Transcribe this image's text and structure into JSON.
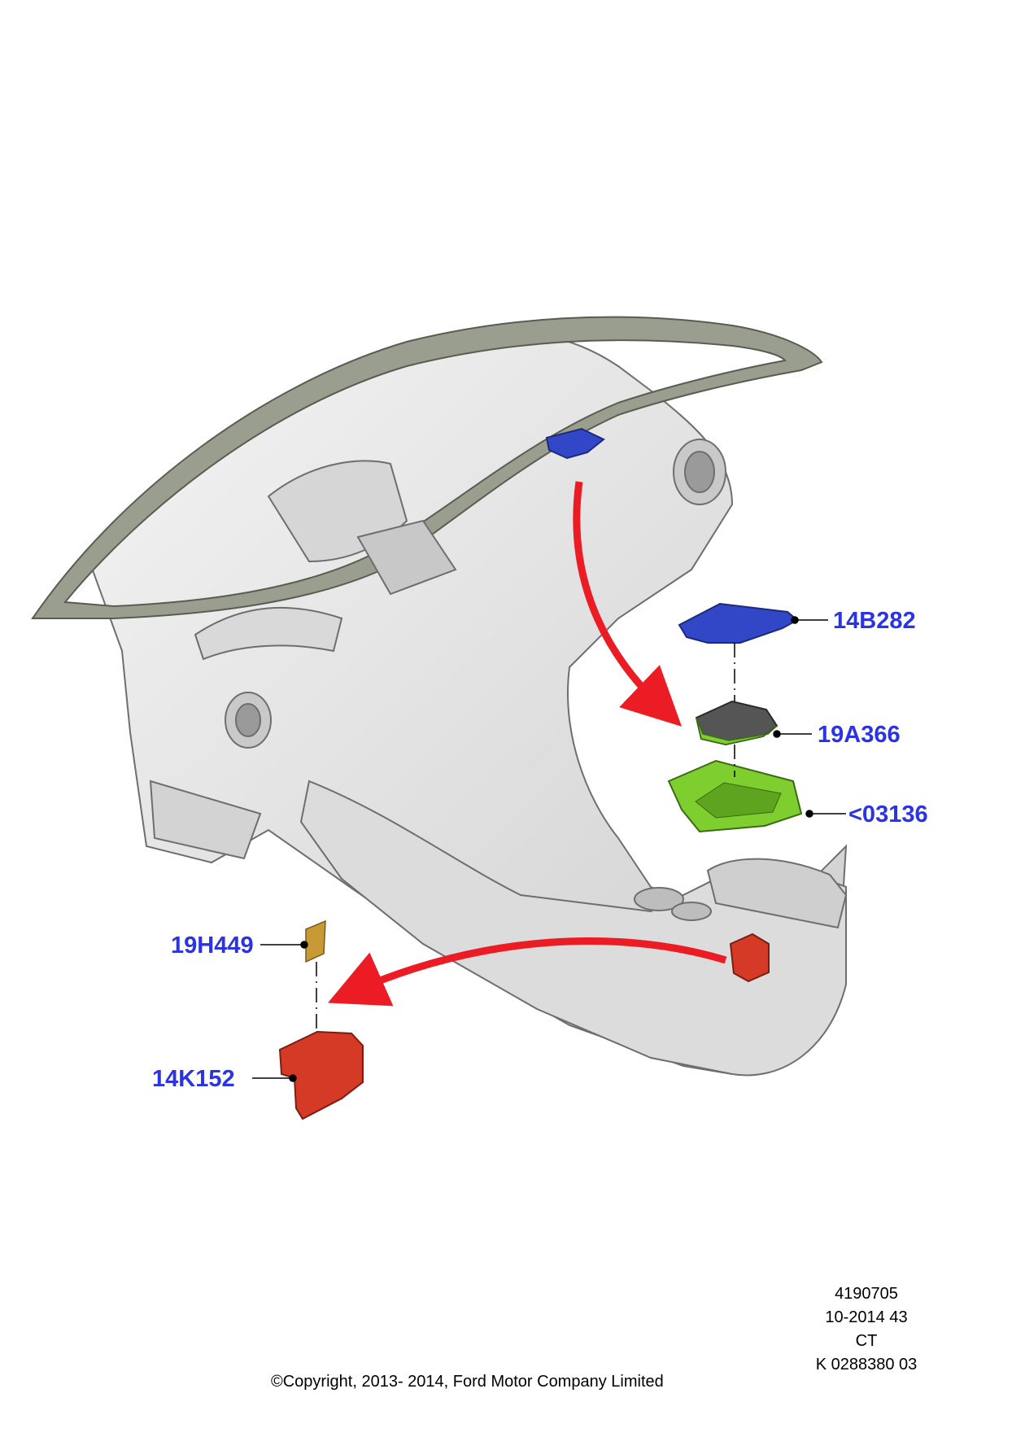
{
  "diagram": {
    "colors": {
      "callout_text": "#2b33e6",
      "arrow": "#ec1c24",
      "dashboard_fill": "#e6e6e6",
      "dashboard_stroke": "#6e6e6e",
      "windshield_strip": "#9a9e8f",
      "part_blue": "#3247c8",
      "part_dark_module": "#555555",
      "part_green": "#7fce2f",
      "part_tan": "#c79a35",
      "part_red": "#d53a26"
    },
    "callouts": [
      {
        "id": "14B282",
        "label": "14B282"
      },
      {
        "id": "19A366",
        "label": "19A366"
      },
      {
        "id": "03136",
        "label": "<03136"
      },
      {
        "id": "19H449",
        "label": "19H449"
      },
      {
        "id": "14K152",
        "label": "14K152"
      }
    ],
    "reference": {
      "line1": "4190705",
      "line2": "10-2014 43",
      "line3": "CT",
      "line4": "K 0288380 03"
    },
    "copyright": "©Copyright, 2013- 2014, Ford Motor Company Limited"
  }
}
